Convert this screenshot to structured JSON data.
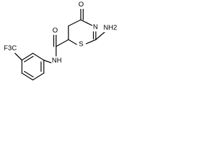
{
  "atoms": {
    "oxygen_ketone": "O",
    "nitrogen_ring": "N",
    "amino_group": "NH2",
    "sulfur_ring": "S",
    "oxygen_amide": "O",
    "nitrogen_amide": "NH",
    "trifluoromethyl": "F3C"
  }
}
